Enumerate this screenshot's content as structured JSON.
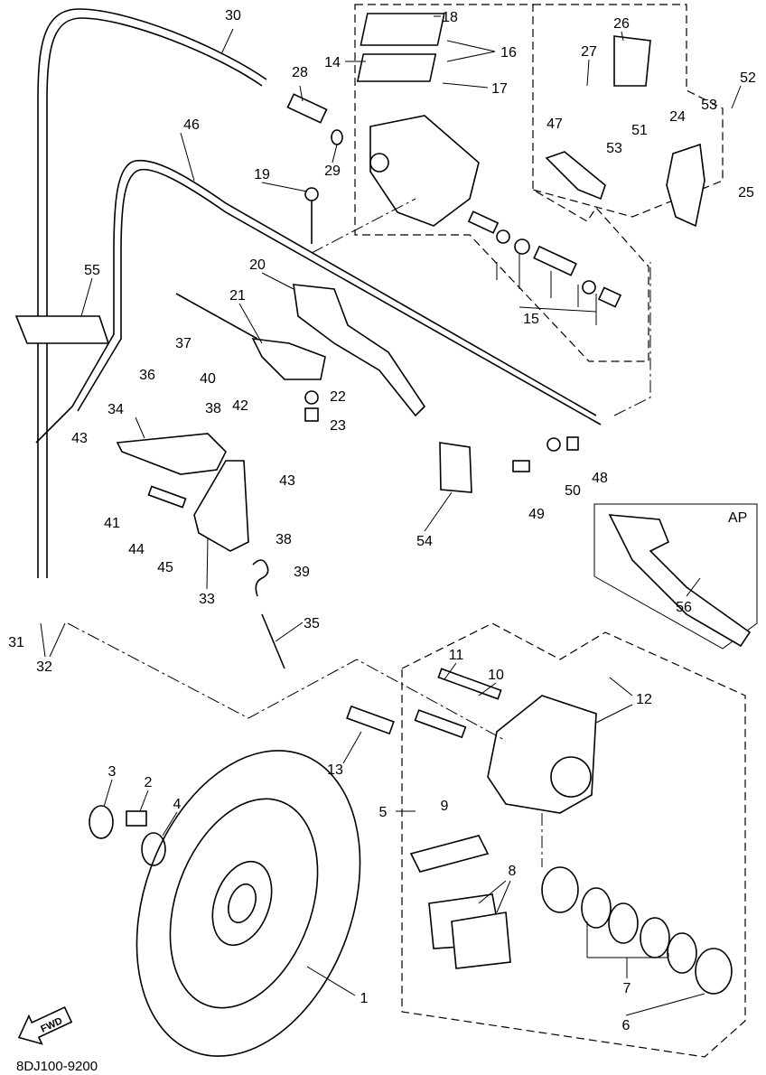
{
  "diagram": {
    "part_labels": [
      "30",
      "28",
      "29",
      "14",
      "18",
      "16",
      "17",
      "26",
      "27",
      "52",
      "53",
      "24",
      "51",
      "53",
      "47",
      "25",
      "46",
      "19",
      "55",
      "20",
      "21",
      "15",
      "37",
      "36",
      "40",
      "38",
      "42",
      "22",
      "23",
      "34",
      "43",
      "43",
      "41",
      "48",
      "50",
      "49",
      "54",
      "44",
      "45",
      "38",
      "39",
      "33",
      "35",
      "31",
      "32",
      "56",
      "11",
      "10",
      "12",
      "13",
      "3",
      "2",
      "4",
      "9",
      "5",
      "8",
      "7",
      "6",
      "1"
    ],
    "variant_box_label": "AP",
    "direction_arrow_label": "FWD",
    "diagram_code": "8DJ100-9200"
  }
}
